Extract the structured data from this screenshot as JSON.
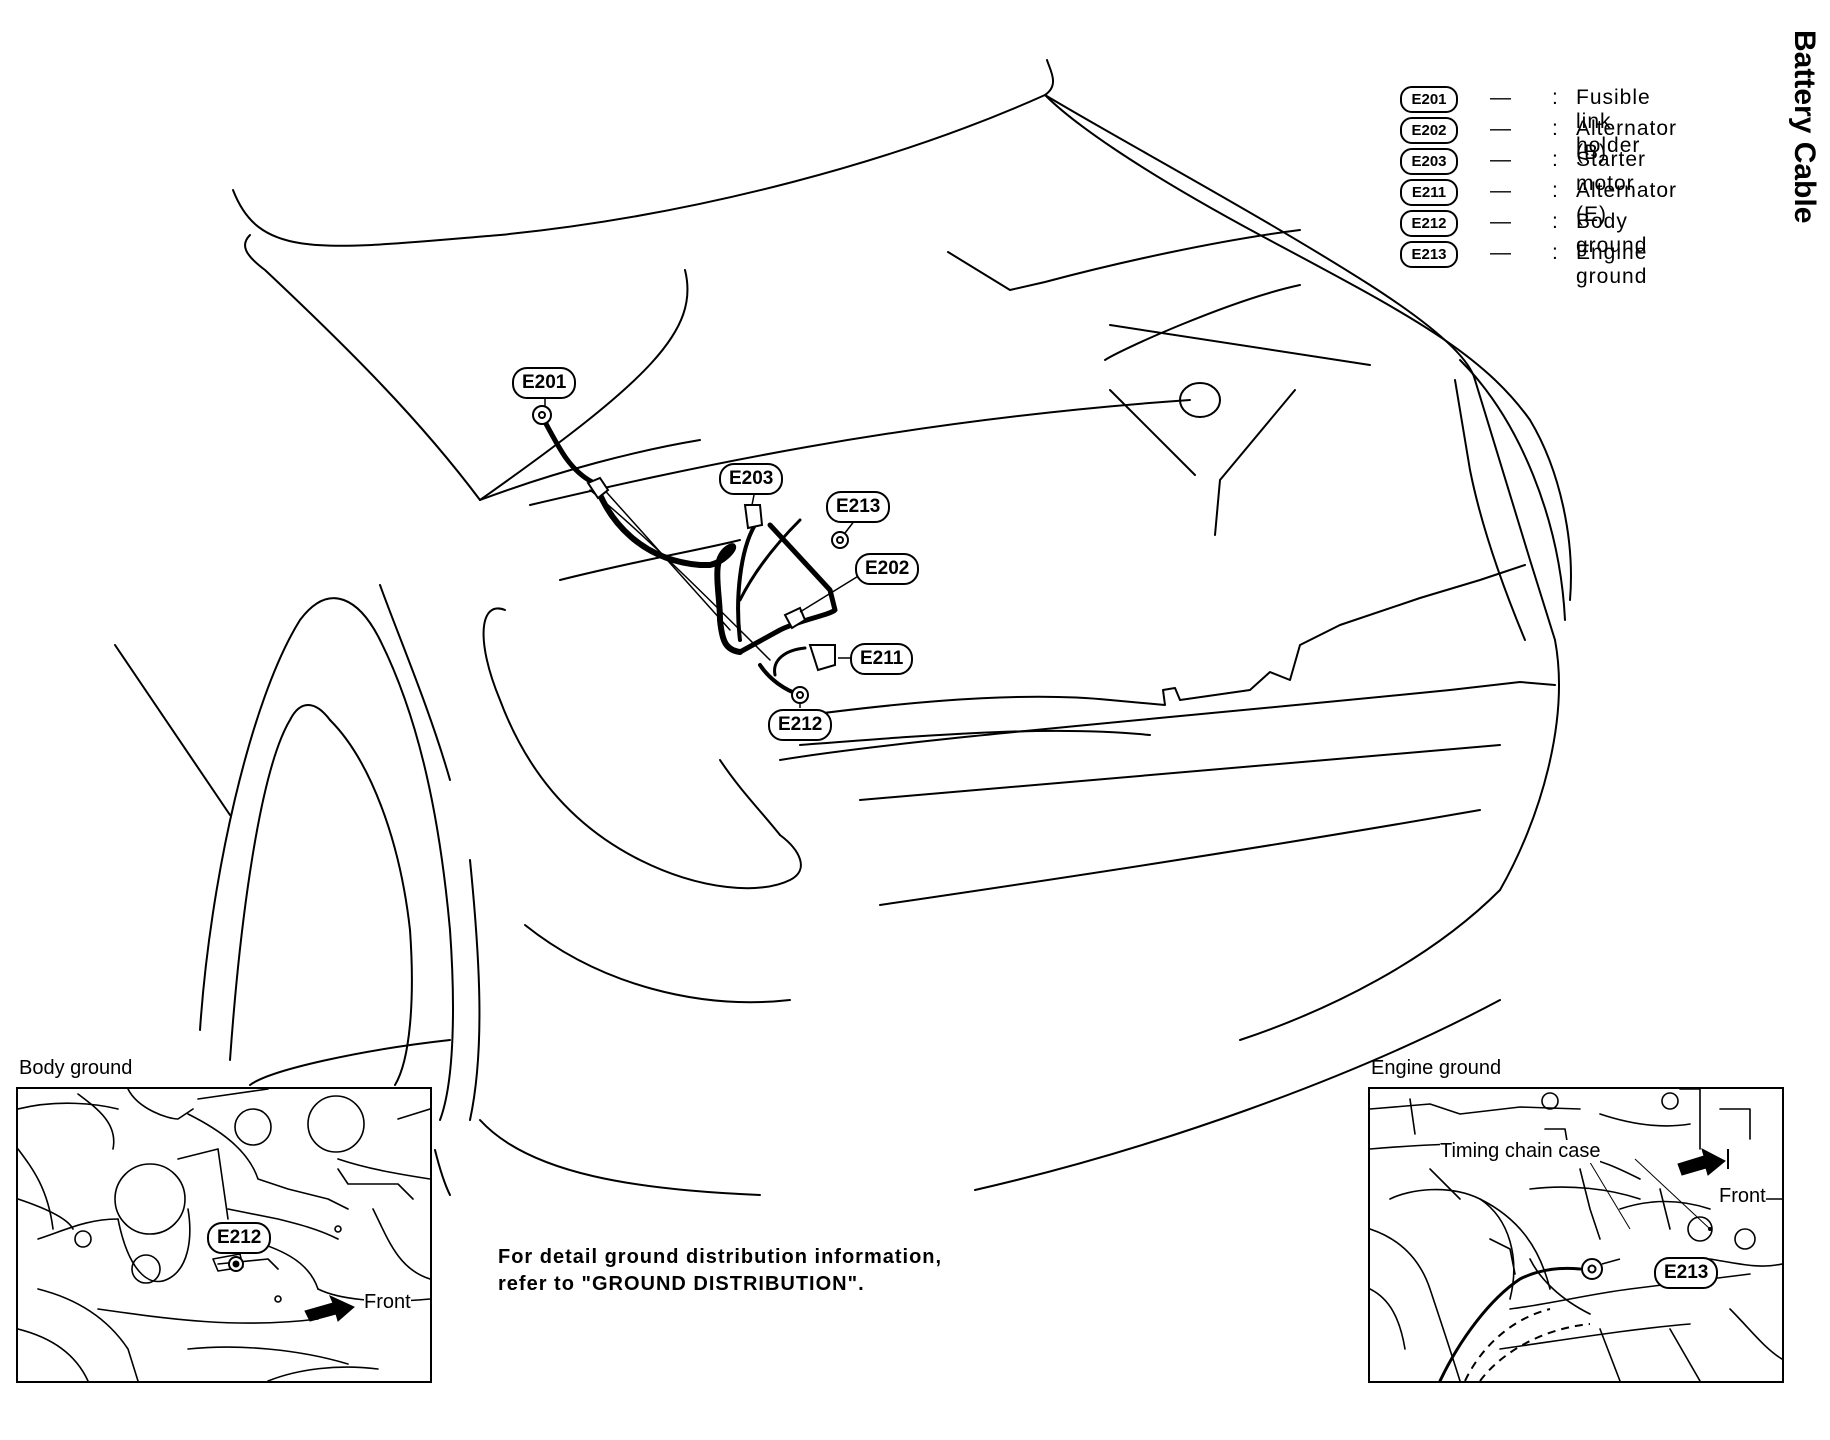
{
  "side_title": "Battery Cable",
  "legend": [
    {
      "code": "E201",
      "dash": "—",
      "colon": ":",
      "desc": "Fusible link holder"
    },
    {
      "code": "E202",
      "dash": "—",
      "colon": ":",
      "desc": "Alternator (B)"
    },
    {
      "code": "E203",
      "dash": "—",
      "colon": ":",
      "desc": "Starter motor"
    },
    {
      "code": "E211",
      "dash": "—",
      "colon": ":",
      "desc": "Alternator (E)"
    },
    {
      "code": "E212",
      "dash": "—",
      "colon": ":",
      "desc": "Body ground"
    },
    {
      "code": "E213",
      "dash": "—",
      "colon": ":",
      "desc": "Engine ground"
    }
  ],
  "callouts": {
    "e201": "E201",
    "e203": "E203",
    "e213": "E213",
    "e202": "E202",
    "e211": "E211",
    "e212": "E212"
  },
  "body_ground": {
    "label": "Body ground",
    "callout": "E212",
    "front": "Front"
  },
  "engine_ground": {
    "label": "Engine ground",
    "timing": "Timing chain case",
    "front": "Front",
    "callout": "E213"
  },
  "note": {
    "line1": "For detail ground distribution information,",
    "line2": "refer to \"GROUND DISTRIBUTION\"."
  }
}
